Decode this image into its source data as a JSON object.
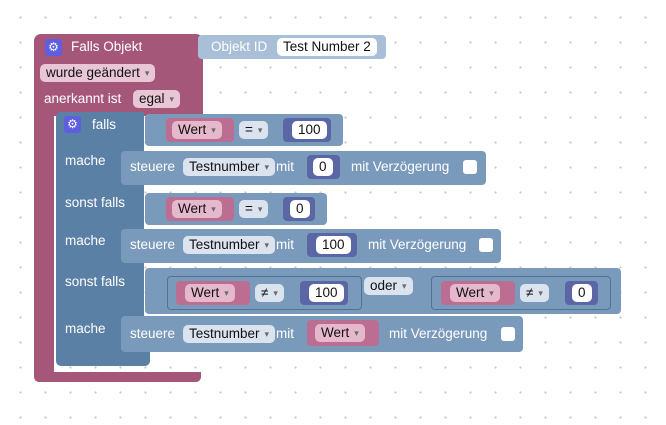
{
  "trigger": {
    "title": "Falls Objekt",
    "object_id_label": "Objekt ID",
    "object_id_value": "Test Number 2",
    "change_option": "wurde geändert",
    "ack_label": "anerkannt ist",
    "ack_option": "egal"
  },
  "if_block": {
    "falls_label": "falls",
    "mache_label": "mache",
    "sonst_falls_label": "sonst falls",
    "branch1": {
      "var_label": "Wert",
      "op": "=",
      "num": "100",
      "action": {
        "verb": "steuere",
        "target": "Testnumber",
        "with_label": "mit",
        "value": "0",
        "delay_label": "mit Verzögerung"
      }
    },
    "branch2": {
      "var_label": "Wert",
      "op": "=",
      "num": "0",
      "action": {
        "verb": "steuere",
        "target": "Testnumber",
        "with_label": "mit",
        "value": "100",
        "delay_label": "mit Verzögerung"
      }
    },
    "branch3": {
      "left": {
        "var_label": "Wert",
        "op": "≠",
        "num": "100"
      },
      "logic_op": "oder",
      "right": {
        "var_label": "Wert",
        "op": "≠",
        "num": "0"
      },
      "action": {
        "verb": "steuere",
        "target": "Testnumber",
        "with_label": "mit",
        "value_var": "Wert",
        "delay_label": "mit Verzögerung"
      }
    }
  }
}
